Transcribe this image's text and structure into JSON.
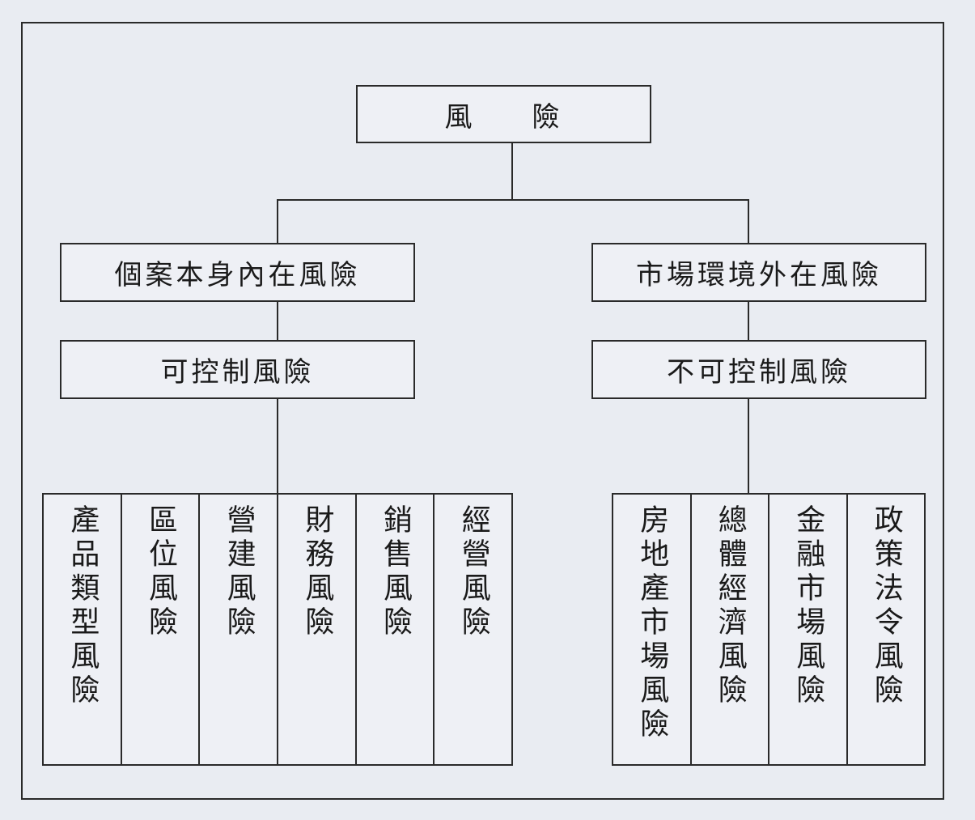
{
  "root": {
    "label_part1": "風",
    "label_part2": "險"
  },
  "left_branch": {
    "title": "個案本身內在風險",
    "subtitle": "可控制風險",
    "items": [
      "產品類型風險",
      "區位風險",
      "營建風險",
      "財務風險",
      "銷售風險",
      "經營風險"
    ]
  },
  "right_branch": {
    "title": "市場環境外在風險",
    "subtitle": "不可控制風險",
    "items": [
      "房地產市場風險",
      "總體經濟風險",
      "金融市場風險",
      "政策法令風險"
    ]
  }
}
